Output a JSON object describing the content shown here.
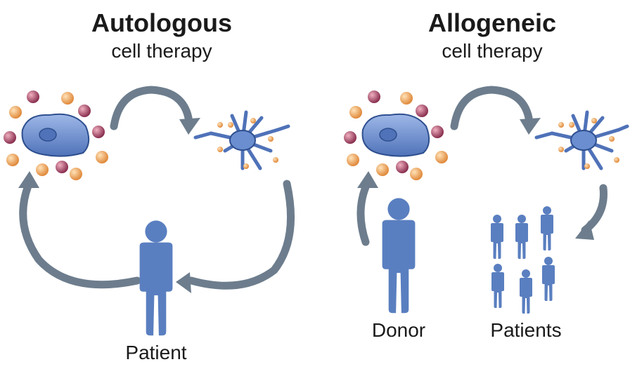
{
  "autologous": {
    "title": "Autologous",
    "subtitle": "cell therapy",
    "person_label": "Patient"
  },
  "allogeneic": {
    "title": "Allogeneic",
    "subtitle": "cell therapy",
    "donor_label": "Donor",
    "patients_label": "Patients"
  },
  "colors": {
    "person": "#5a7fc0",
    "arrow": "#6d7d8d",
    "cell_fill": "#6b8ed0",
    "cell_stroke": "#2e4f8f",
    "bead_orange": "#f0a860",
    "bead_maroon": "#a8506a"
  },
  "icons": [
    "cell-icon",
    "dendritic-cell-icon",
    "person-icon",
    "curved-arrow-icon"
  ]
}
